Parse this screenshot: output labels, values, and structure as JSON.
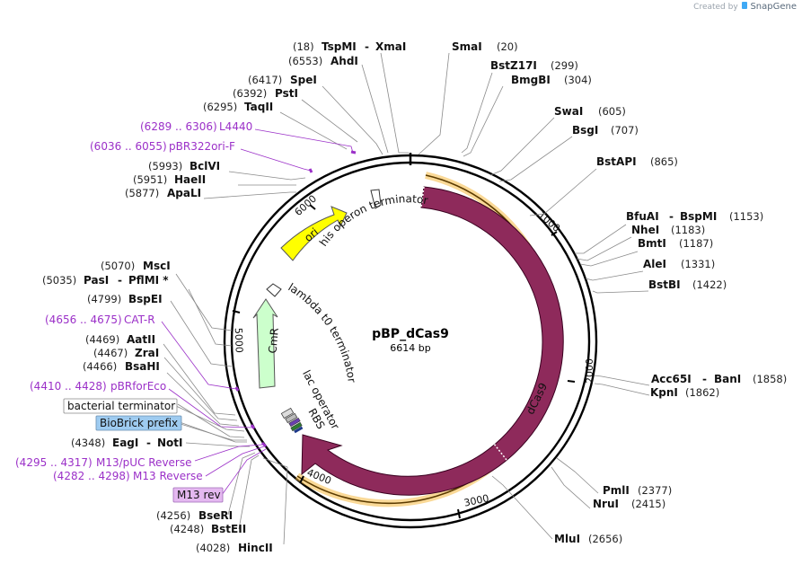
{
  "watermark": {
    "prefix": "Created by",
    "brand": "SnapGene"
  },
  "plasmid": {
    "name": "pBP_dCas9",
    "length_label": "6614 bp"
  },
  "ticks": [
    "1000",
    "2000",
    "3000",
    "4000",
    "5000",
    "6000"
  ],
  "features": {
    "dcas9": "dCas9",
    "ori": "ori",
    "cmr": "CmR",
    "his_terminator": "his operon terminator",
    "lambda_terminator": "lambda t0 terminator",
    "lac_operator": "lac operator",
    "rbs": "RBS"
  },
  "enzymes": {
    "tspmi": {
      "num": "(18)",
      "name": "TspMI"
    },
    "xmai": {
      "name": "XmaI"
    },
    "ahdi": {
      "num": "(6553)",
      "name": "AhdI"
    },
    "spei": {
      "num": "(6417)",
      "name": "SpeI"
    },
    "psti": {
      "num": "(6392)",
      "name": "PstI"
    },
    "taqii": {
      "num": "(6295)",
      "name": "TaqII"
    },
    "bclvi": {
      "num": "(5993)",
      "name": "BclVI"
    },
    "haeii": {
      "num": "(5951)",
      "name": "HaeII"
    },
    "apali": {
      "num": "(5877)",
      "name": "ApaLI"
    },
    "msci": {
      "num": "(5070)",
      "name": "MscI"
    },
    "pasi": {
      "num": "(5035)",
      "name": "PasI"
    },
    "pflmi": {
      "name": "PflMI *"
    },
    "bspei": {
      "num": "(4799)",
      "name": "BspEI"
    },
    "aatii": {
      "num": "(4469)",
      "name": "AatII"
    },
    "zrai": {
      "num": "(4467)",
      "name": "ZraI"
    },
    "bsahi": {
      "num": "(4466)",
      "name": "BsaHI"
    },
    "eagi": {
      "num": "(4348)",
      "name": "EagI"
    },
    "noti": {
      "name": "NotI"
    },
    "beseri": {
      "num": "(4256)",
      "name": "BseRI"
    },
    "bsteii": {
      "num": "(4248)",
      "name": "BstEII"
    },
    "hincii": {
      "num": "(4028)",
      "name": "HincII"
    },
    "smai": {
      "num": "(20)",
      "name": "SmaI"
    },
    "bstz17i": {
      "num": "(299)",
      "name": "BstZ17I"
    },
    "bmgbi": {
      "num": "(304)",
      "name": "BmgBI"
    },
    "swai": {
      "num": "(605)",
      "name": "SwaI"
    },
    "bsgi": {
      "num": "(707)",
      "name": "BsgI"
    },
    "bstapi": {
      "num": "(865)",
      "name": "BstAPI"
    },
    "bfuai": {
      "name": "BfuAI"
    },
    "bspmi": {
      "num": "(1153)",
      "name": "BspMI"
    },
    "nhei": {
      "num": "(1183)",
      "name": "NheI"
    },
    "bmti": {
      "num": "(1187)",
      "name": "BmtI"
    },
    "alei": {
      "num": "(1331)",
      "name": "AleI"
    },
    "bstbi": {
      "num": "(1422)",
      "name": "BstBI"
    },
    "acc65i": {
      "name": "Acc65I"
    },
    "bani": {
      "num": "(1858)",
      "name": "BanI"
    },
    "kpni": {
      "num": "(1862)",
      "name": "KpnI"
    },
    "pmli": {
      "num": "(2377)",
      "name": "PmlI"
    },
    "nrui": {
      "num": "(2415)",
      "name": "NruI"
    },
    "mlui": {
      "num": "(2656)",
      "name": "MluI"
    }
  },
  "primers": {
    "l4440": {
      "range": "(6289 .. 6306)",
      "name": "L4440"
    },
    "pbr322": {
      "range": "(6036 .. 6055)",
      "name": "pBR322ori-F"
    },
    "catr": {
      "range": "(4656 .. 4675)",
      "name": "CAT-R"
    },
    "pbrforeco": {
      "range": "(4410 .. 4428)",
      "name": "pBRforEco"
    },
    "m13puc": {
      "range": "(4295 .. 4317)",
      "name": "M13/pUC Reverse"
    },
    "m13rev_primer": {
      "range": "(4282 .. 4298)",
      "name": "M13 Reverse"
    }
  },
  "boxes": {
    "bacterial_terminator": "bacterial terminator",
    "biobrick_prefix": "BioBrick prefix",
    "m13_rev": "M13 rev"
  },
  "colors": {
    "dcas9": "#8e2a5b",
    "ori": "#ffff00",
    "cmr": "#ccffcc",
    "primer": "#9b30c8",
    "orange_ring": "#f5b942",
    "biobrick_box": "#9ecbf0",
    "m13_box": "#e4b8f0"
  }
}
